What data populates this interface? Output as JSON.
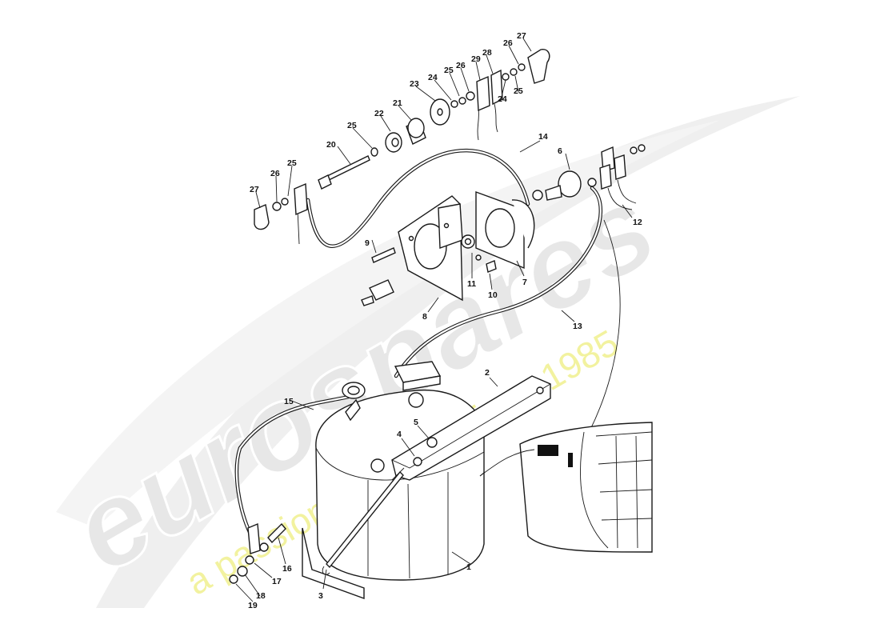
{
  "diagram": {
    "part_numbers": [
      "1",
      "2",
      "3",
      "4",
      "5",
      "6",
      "7",
      "8",
      "9",
      "10",
      "11",
      "12",
      "13",
      "14",
      "15",
      "16",
      "17",
      "17",
      "18",
      "19",
      "20",
      "21",
      "22",
      "23",
      "24",
      "24",
      "25",
      "25",
      "25",
      "25",
      "26",
      "26",
      "26",
      "27",
      "27",
      "28",
      "29"
    ]
  },
  "watermark": {
    "brand": "eurospares",
    "tagline": "a passion for parts since 1985",
    "brand_color": "#e6e6e6",
    "tagline_color": "#f2f29a"
  }
}
